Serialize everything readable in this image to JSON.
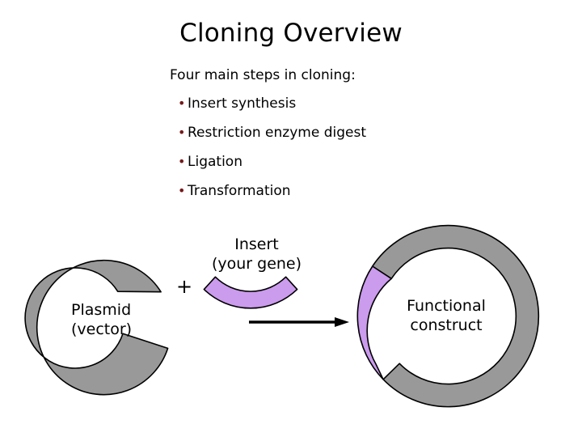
{
  "slide": {
    "title": "Cloning Overview",
    "lead": "Four main steps in cloning:",
    "bullet_glyph": "•",
    "bullets": [
      {
        "label": "Insert synthesis"
      },
      {
        "label": "Restriction enzyme digest"
      },
      {
        "label": "Ligation"
      },
      {
        "label": "Transformation"
      }
    ]
  },
  "diagram": {
    "plasmid_label_line1": "Plasmid",
    "plasmid_label_line2": "(vector)",
    "insert_label_line1": "Insert",
    "insert_label_line2": "(your gene)",
    "construct_label_line1": "Functional",
    "construct_label_line2": "construct",
    "plus_symbol": "+",
    "arrow_name": "right-arrow"
  },
  "colors": {
    "background": "#ffffff",
    "text": "#000000",
    "bullet": "#751a1a",
    "plasmid_gray": "#999999",
    "insert_purple": "#cb9bee",
    "outline": "#000000",
    "arrow": "#000000"
  }
}
